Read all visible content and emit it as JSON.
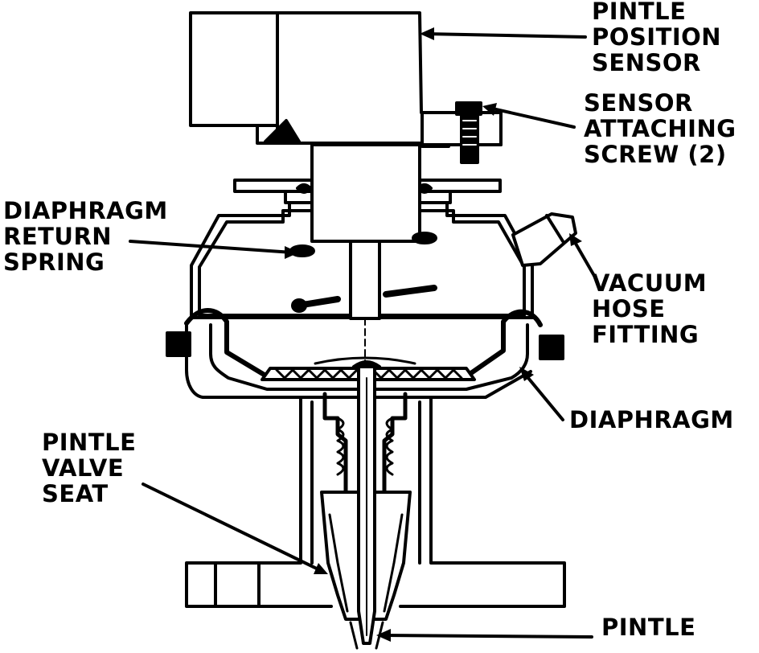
{
  "labels": {
    "pintle_position_sensor": [
      "PINTLE",
      "POSITION",
      "SENSOR"
    ],
    "sensor_attaching_screw": [
      "SENSOR",
      "ATTACHING",
      "SCREW (2)"
    ],
    "diaphragm_return_spring": [
      "DIAPHRAGM",
      "RETURN",
      "SPRING"
    ],
    "vacuum_hose_fitting": [
      "VACUUM",
      "HOSE",
      "FITTING"
    ],
    "diaphragm": [
      "DIAPHRAGM"
    ],
    "pintle_valve_seat": [
      "PINTLE",
      "VALVE",
      "SEAT"
    ],
    "pintle": [
      "PINTLE"
    ]
  }
}
